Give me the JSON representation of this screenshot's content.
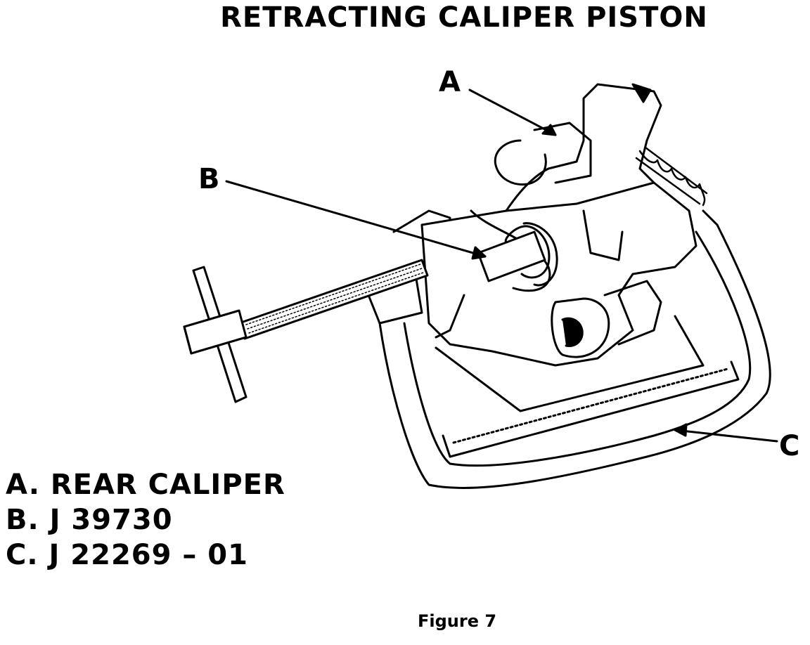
{
  "title": "RETRACTING CALIPER PISTON",
  "callouts": {
    "a": "A",
    "b": "B",
    "c": "C"
  },
  "legend": [
    {
      "text": "A. REAR CALIPER"
    },
    {
      "text": "B. J 39730"
    },
    {
      "text": "C. J 22269 – 01"
    }
  ],
  "caption": "Figure 7"
}
